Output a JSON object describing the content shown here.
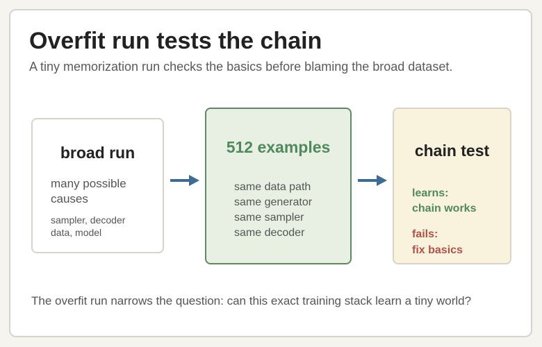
{
  "header": {
    "title": "Overfit run tests the chain",
    "subtitle": "A tiny memorization run checks the basics before blaming the broad dataset."
  },
  "boxes": {
    "broad": {
      "title": "broad run",
      "main_line1": "many possible",
      "main_line2": "causes",
      "sub_line1": "sampler, decoder",
      "sub_line2": "data, model"
    },
    "examples": {
      "title": "512 examples",
      "items": [
        "same data path",
        "same generator",
        "same sampler",
        "same decoder"
      ]
    },
    "chain": {
      "title": "chain test",
      "learns_label": "learns:",
      "learns_value": "chain works",
      "fails_label": "fails:",
      "fails_value": "fix basics"
    }
  },
  "footer": {
    "text": "The overfit run narrows the question: can this exact training stack learn a tiny world?"
  },
  "colors": {
    "arrow": "#3d6b94",
    "green": "#4f8a5c",
    "red": "#b4504a",
    "examples_fill": "#e8f0e3",
    "chain_fill": "#f9f3dd"
  },
  "icons": {
    "arrow_1": "arrow-right-icon",
    "arrow_2": "arrow-right-icon"
  }
}
